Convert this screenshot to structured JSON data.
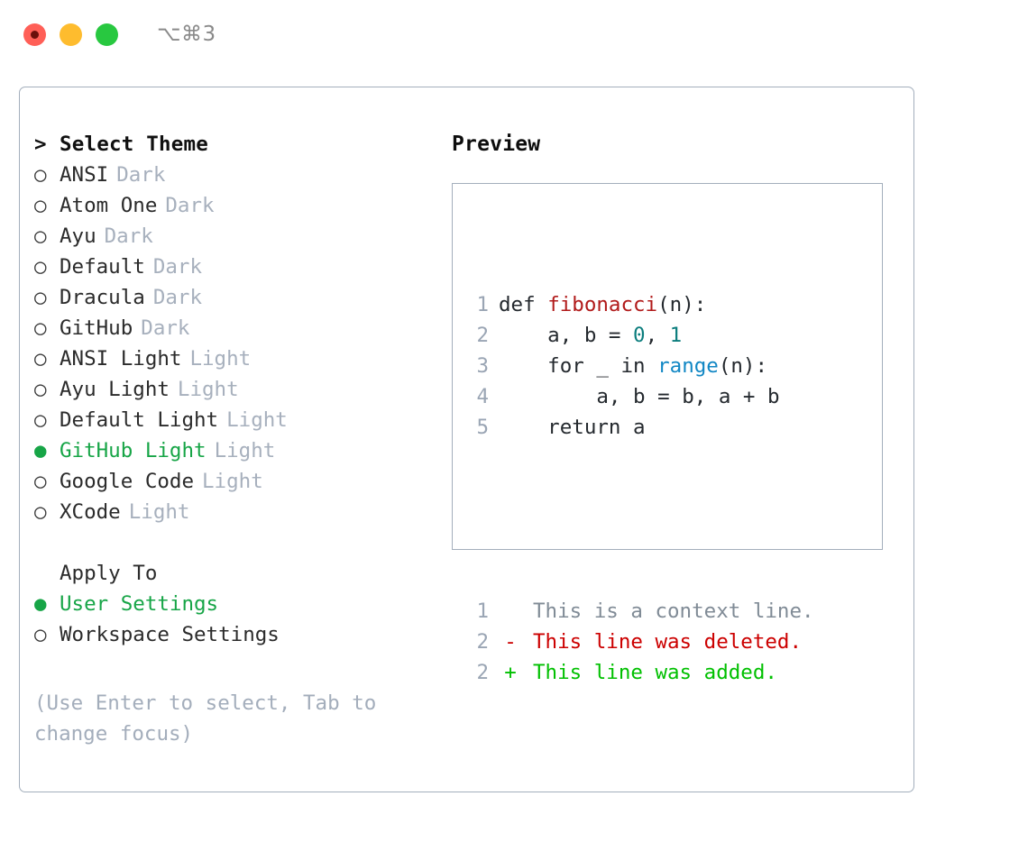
{
  "titlebar": {
    "shortcut": "⌥⌘3",
    "buttons": [
      {
        "name": "close",
        "color": "#ff5f57"
      },
      {
        "name": "minimize",
        "color": "#febc2e"
      },
      {
        "name": "maximize",
        "color": "#28c840"
      }
    ]
  },
  "colors": {
    "accent_green": "#17a547",
    "panel_border": "#a3aebc",
    "muted_text": "#a7b0bd",
    "hint_text": "#a3adbb",
    "diff_add": "#00c000",
    "diff_del": "#cc0000",
    "diff_ctx": "#808b96",
    "syntax_function": "#b11a1a",
    "syntax_number": "#0b7d7d",
    "syntax_call": "#1187c4"
  },
  "theme_list": {
    "header_marker": ">",
    "header_label": "Select Theme",
    "marker_unselected": "○",
    "marker_selected": "●",
    "items": [
      {
        "marker": "○",
        "label": "ANSI",
        "variant": "Dark",
        "selected": false
      },
      {
        "marker": "○",
        "label": "Atom One",
        "variant": "Dark",
        "selected": false
      },
      {
        "marker": "○",
        "label": "Ayu",
        "variant": "Dark",
        "selected": false
      },
      {
        "marker": "○",
        "label": "Default",
        "variant": "Dark",
        "selected": false
      },
      {
        "marker": "○",
        "label": "Dracula",
        "variant": "Dark",
        "selected": false
      },
      {
        "marker": "○",
        "label": "GitHub",
        "variant": "Dark",
        "selected": false
      },
      {
        "marker": "○",
        "label": "ANSI Light",
        "variant": "Light",
        "selected": false
      },
      {
        "marker": "○",
        "label": "Ayu Light",
        "variant": "Light",
        "selected": false
      },
      {
        "marker": "○",
        "label": "Default Light",
        "variant": "Light",
        "selected": false
      },
      {
        "marker": "●",
        "label": "GitHub Light",
        "variant": "Light",
        "selected": true
      },
      {
        "marker": "○",
        "label": "Google Code",
        "variant": "Light",
        "selected": false
      },
      {
        "marker": "○",
        "label": "XCode",
        "variant": "Light",
        "selected": false
      }
    ]
  },
  "apply_to": {
    "section_label": "Apply To",
    "options": [
      {
        "marker": "●",
        "label": "User Settings",
        "selected": true
      },
      {
        "marker": "○",
        "label": "Workspace Settings",
        "selected": false
      }
    ]
  },
  "hint": "(Use Enter to select, Tab to change focus)",
  "preview": {
    "title": "Preview",
    "code_lines": [
      {
        "number": "1",
        "tokens": [
          {
            "text": "def ",
            "kind": "plain"
          },
          {
            "text": "fibonacci",
            "kind": "function"
          },
          {
            "text": "(n):",
            "kind": "plain"
          }
        ]
      },
      {
        "number": "2",
        "tokens": [
          {
            "text": "    a, b = ",
            "kind": "plain"
          },
          {
            "text": "0",
            "kind": "number"
          },
          {
            "text": ", ",
            "kind": "plain"
          },
          {
            "text": "1",
            "kind": "number"
          }
        ]
      },
      {
        "number": "3",
        "tokens": [
          {
            "text": "    for _ in ",
            "kind": "plain"
          },
          {
            "text": "range",
            "kind": "call"
          },
          {
            "text": "(n):",
            "kind": "plain"
          }
        ]
      },
      {
        "number": "4",
        "tokens": [
          {
            "text": "        a, b = b, a + b",
            "kind": "plain"
          }
        ]
      },
      {
        "number": "5",
        "tokens": [
          {
            "text": "    return a",
            "kind": "plain"
          }
        ]
      }
    ],
    "diff_lines": [
      {
        "number": "1",
        "marker": " ",
        "text": "This is a context line.",
        "kind": "context"
      },
      {
        "number": "2",
        "marker": "-",
        "text": "This line was deleted.",
        "kind": "deleted"
      },
      {
        "number": "2",
        "marker": "+",
        "text": "This line was added.",
        "kind": "added"
      }
    ]
  }
}
